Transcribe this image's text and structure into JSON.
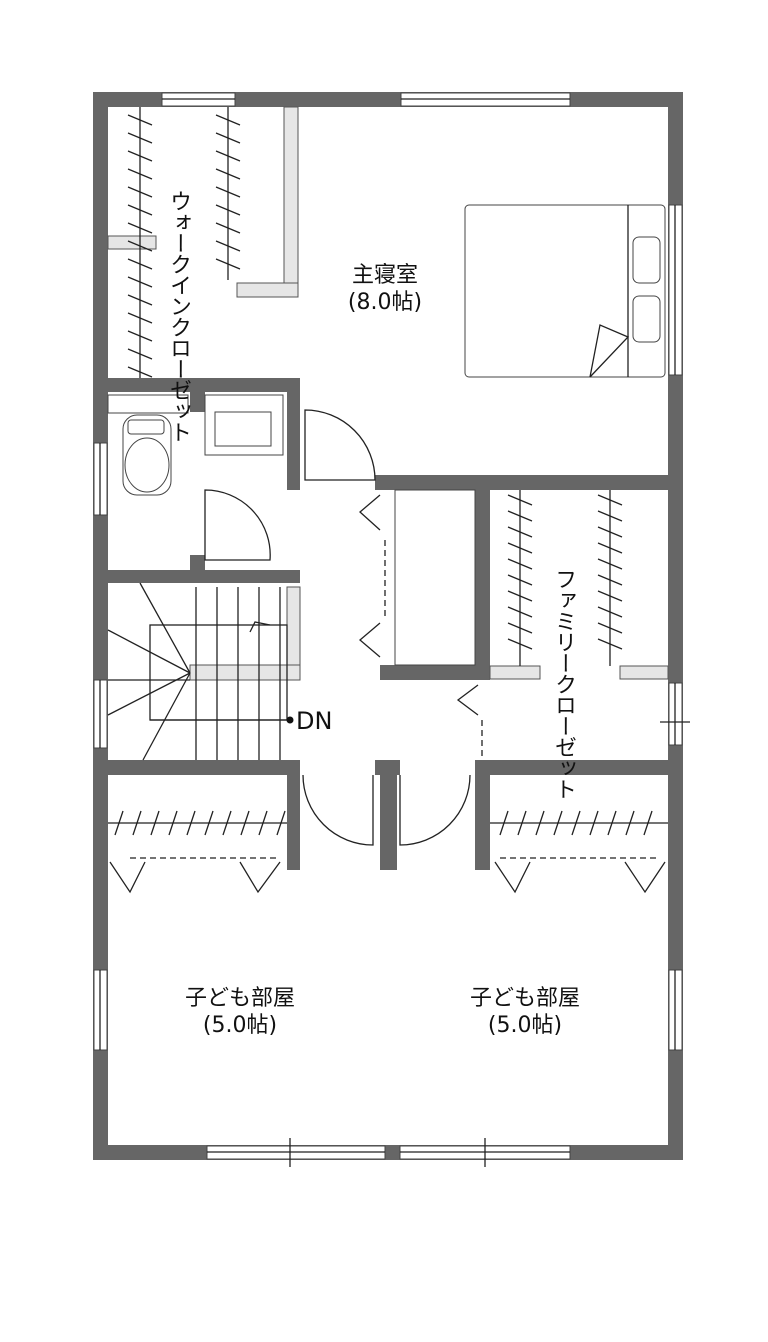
{
  "rooms": {
    "master_bedroom": {
      "name": "主寝室",
      "size": "(8.0帖)"
    },
    "walk_in_closet": {
      "line1": "ウォークイン",
      "line2": "クローゼット"
    },
    "family_closet": {
      "line1": "ファミリー",
      "line2": "クローゼット"
    },
    "kids_room_left": {
      "name": "子ども部屋",
      "size": "(5.0帖)"
    },
    "kids_room_right": {
      "name": "子ども部屋",
      "size": "(5.0帖)"
    }
  },
  "stairs": {
    "label": "DN"
  },
  "colors": {
    "wall": "#666666",
    "partition": "#e6e6e6",
    "line": "#222222"
  }
}
